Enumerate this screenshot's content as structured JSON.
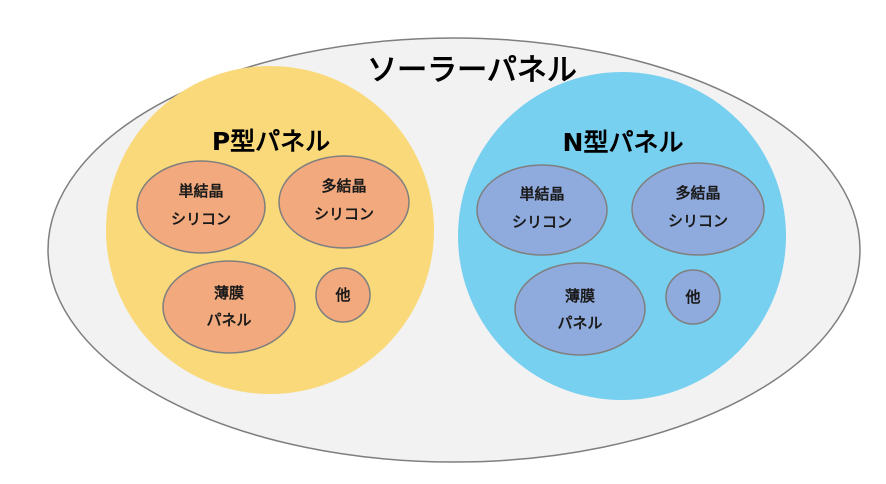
{
  "diagram": {
    "title": "ソーラーパネル",
    "groups": [
      {
        "title": "P型パネル",
        "fill": "#f9d97a",
        "node_fill": "#f1a97d",
        "node_stroke": "#7f7f7f",
        "nodes": [
          {
            "line1": "単結晶",
            "line2": "シリコン"
          },
          {
            "line1": "多結晶",
            "line2": "シリコン"
          },
          {
            "line1": "薄膜",
            "line2": "パネル"
          },
          {
            "line1": "他",
            "line2": ""
          }
        ]
      },
      {
        "title": "N型パネル",
        "fill": "#78d0f0",
        "node_fill": "#8faadc",
        "node_stroke": "#7f7f7f",
        "nodes": [
          {
            "line1": "単結晶",
            "line2": "シリコン"
          },
          {
            "line1": "多結晶",
            "line2": "シリコン"
          },
          {
            "line1": "薄膜",
            "line2": "パネル"
          },
          {
            "line1": "他",
            "line2": ""
          }
        ]
      }
    ],
    "outer_fill": "#f2f2f2",
    "outer_stroke": "#7f7f7f"
  }
}
